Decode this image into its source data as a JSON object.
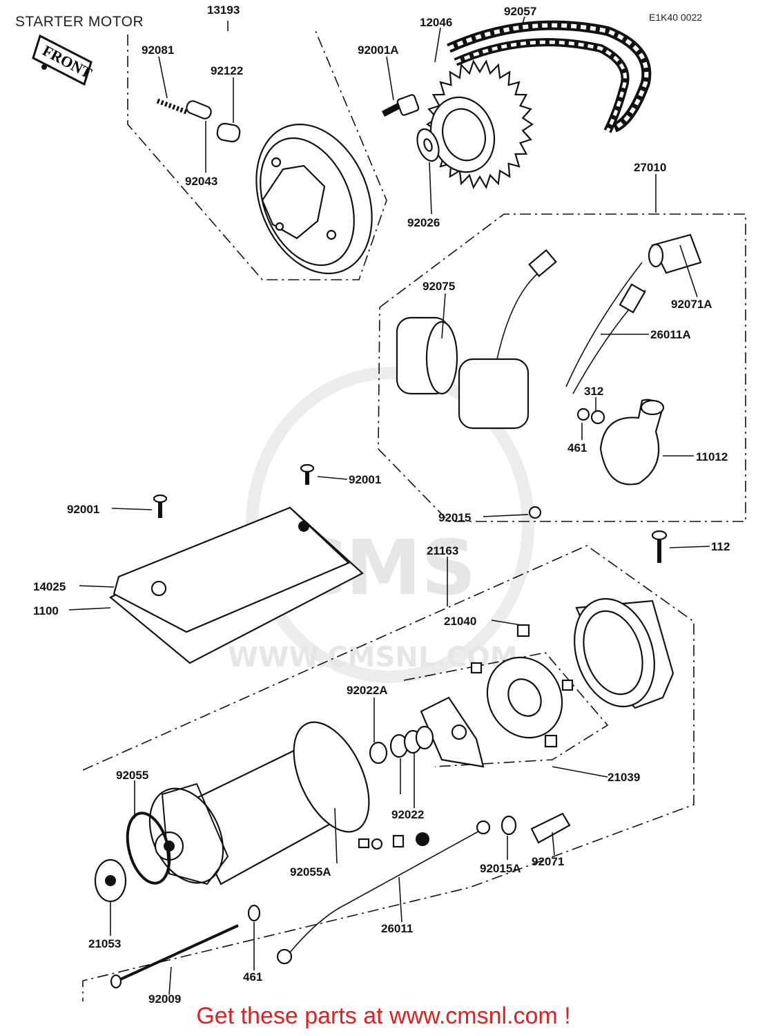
{
  "title": "STARTER MOTOR",
  "code": "E1K40 0022",
  "front_label": "FRONT",
  "watermark": {
    "logo_text": "CMS",
    "url_text": "WWW.CMSNL.COM"
  },
  "footer": "Get these parts at www.cmsnl.com !",
  "parts": [
    {
      "id": "p13193",
      "number": "13193"
    },
    {
      "id": "p92081",
      "number": "92081"
    },
    {
      "id": "p92122",
      "number": "92122"
    },
    {
      "id": "p92043",
      "number": "92043"
    },
    {
      "id": "p12046",
      "number": "12046"
    },
    {
      "id": "p92057",
      "number": "92057"
    },
    {
      "id": "p92001A",
      "number": "92001A"
    },
    {
      "id": "p92026",
      "number": "92026"
    },
    {
      "id": "p27010",
      "number": "27010"
    },
    {
      "id": "p92075",
      "number": "92075"
    },
    {
      "id": "p92071A",
      "number": "92071A"
    },
    {
      "id": "p26011A",
      "number": "26011A"
    },
    {
      "id": "p312",
      "number": "312"
    },
    {
      "id": "p461a",
      "number": "461"
    },
    {
      "id": "p11012",
      "number": "11012"
    },
    {
      "id": "p92001a",
      "number": "92001"
    },
    {
      "id": "p92001b",
      "number": "92001"
    },
    {
      "id": "p92015",
      "number": "92015"
    },
    {
      "id": "p112",
      "number": "112"
    },
    {
      "id": "p14025",
      "number": "14025"
    },
    {
      "id": "p1100",
      "number": "1100"
    },
    {
      "id": "p21163",
      "number": "21163"
    },
    {
      "id": "p21040",
      "number": "21040"
    },
    {
      "id": "p92022A",
      "number": "92022A"
    },
    {
      "id": "p21039",
      "number": "21039"
    },
    {
      "id": "p92055",
      "number": "92055"
    },
    {
      "id": "p92022",
      "number": "92022"
    },
    {
      "id": "p92055A",
      "number": "92055A"
    },
    {
      "id": "p92015A",
      "number": "92015A"
    },
    {
      "id": "p92071",
      "number": "92071"
    },
    {
      "id": "p21053",
      "number": "21053"
    },
    {
      "id": "p26011",
      "number": "26011"
    },
    {
      "id": "p461b",
      "number": "461"
    },
    {
      "id": "p92009",
      "number": "92009"
    }
  ]
}
